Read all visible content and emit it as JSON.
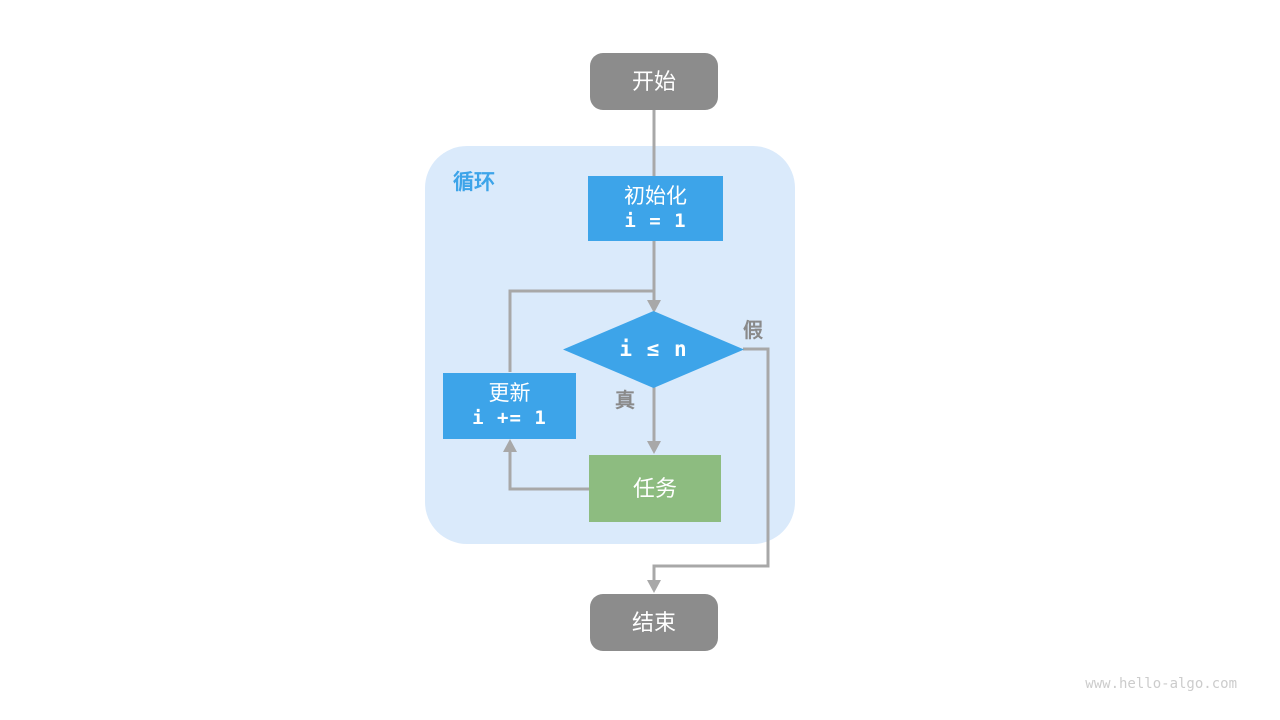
{
  "theme": {
    "blue": "#3DA4E9",
    "green": "#8DBC80",
    "node-gray": "#8C8C8C",
    "container-blue": "#DAEAFB",
    "line-gray": "#A8A8A8",
    "label-gray": "#8A8A8A",
    "watermark-gray": "#CCCCCC"
  },
  "diagram": {
    "container_label": "循环",
    "nodes": {
      "start": {
        "label": "开始"
      },
      "init": {
        "label": "初始化",
        "code": "i = 1"
      },
      "condition": {
        "code": "i ≤ n"
      },
      "update": {
        "label": "更新",
        "code": "i += 1"
      },
      "task": {
        "label": "任务"
      },
      "end": {
        "label": "结束"
      }
    },
    "edge_labels": {
      "true": "真",
      "false": "假"
    }
  },
  "watermark": "www.hello-algo.com"
}
